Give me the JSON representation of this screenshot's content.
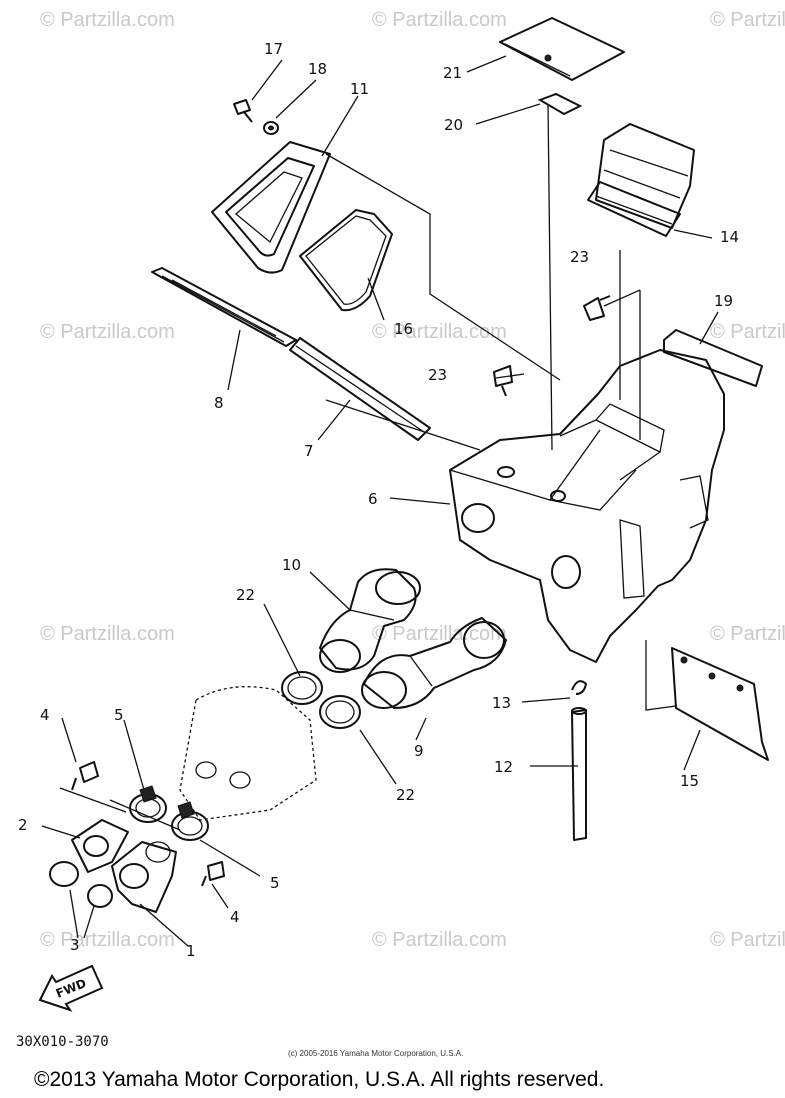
{
  "watermark_text": "© Partzilla.com",
  "document_number": "30X010-3070",
  "copyright_small": "(c) 2005-2016 Yamaha Motor Corporation, U.S.A.",
  "copyright_footer": "©2013 Yamaha Motor Corporation, U.S.A. All rights reserved.",
  "fwd_label": "FWD",
  "callouts": {
    "c1": "1",
    "c2": "2",
    "c3": "3",
    "c4a": "4",
    "c4b": "4",
    "c5a": "5",
    "c5b": "5",
    "c6": "6",
    "c7": "7",
    "c8": "8",
    "c9": "9",
    "c10": "10",
    "c11": "11",
    "c12": "12",
    "c13": "13",
    "c14": "14",
    "c15": "15",
    "c16": "16",
    "c17": "17",
    "c18": "18",
    "c19": "19",
    "c20": "20",
    "c21": "21",
    "c22a": "22",
    "c22b": "22",
    "c23a": "23",
    "c23b": "23"
  }
}
